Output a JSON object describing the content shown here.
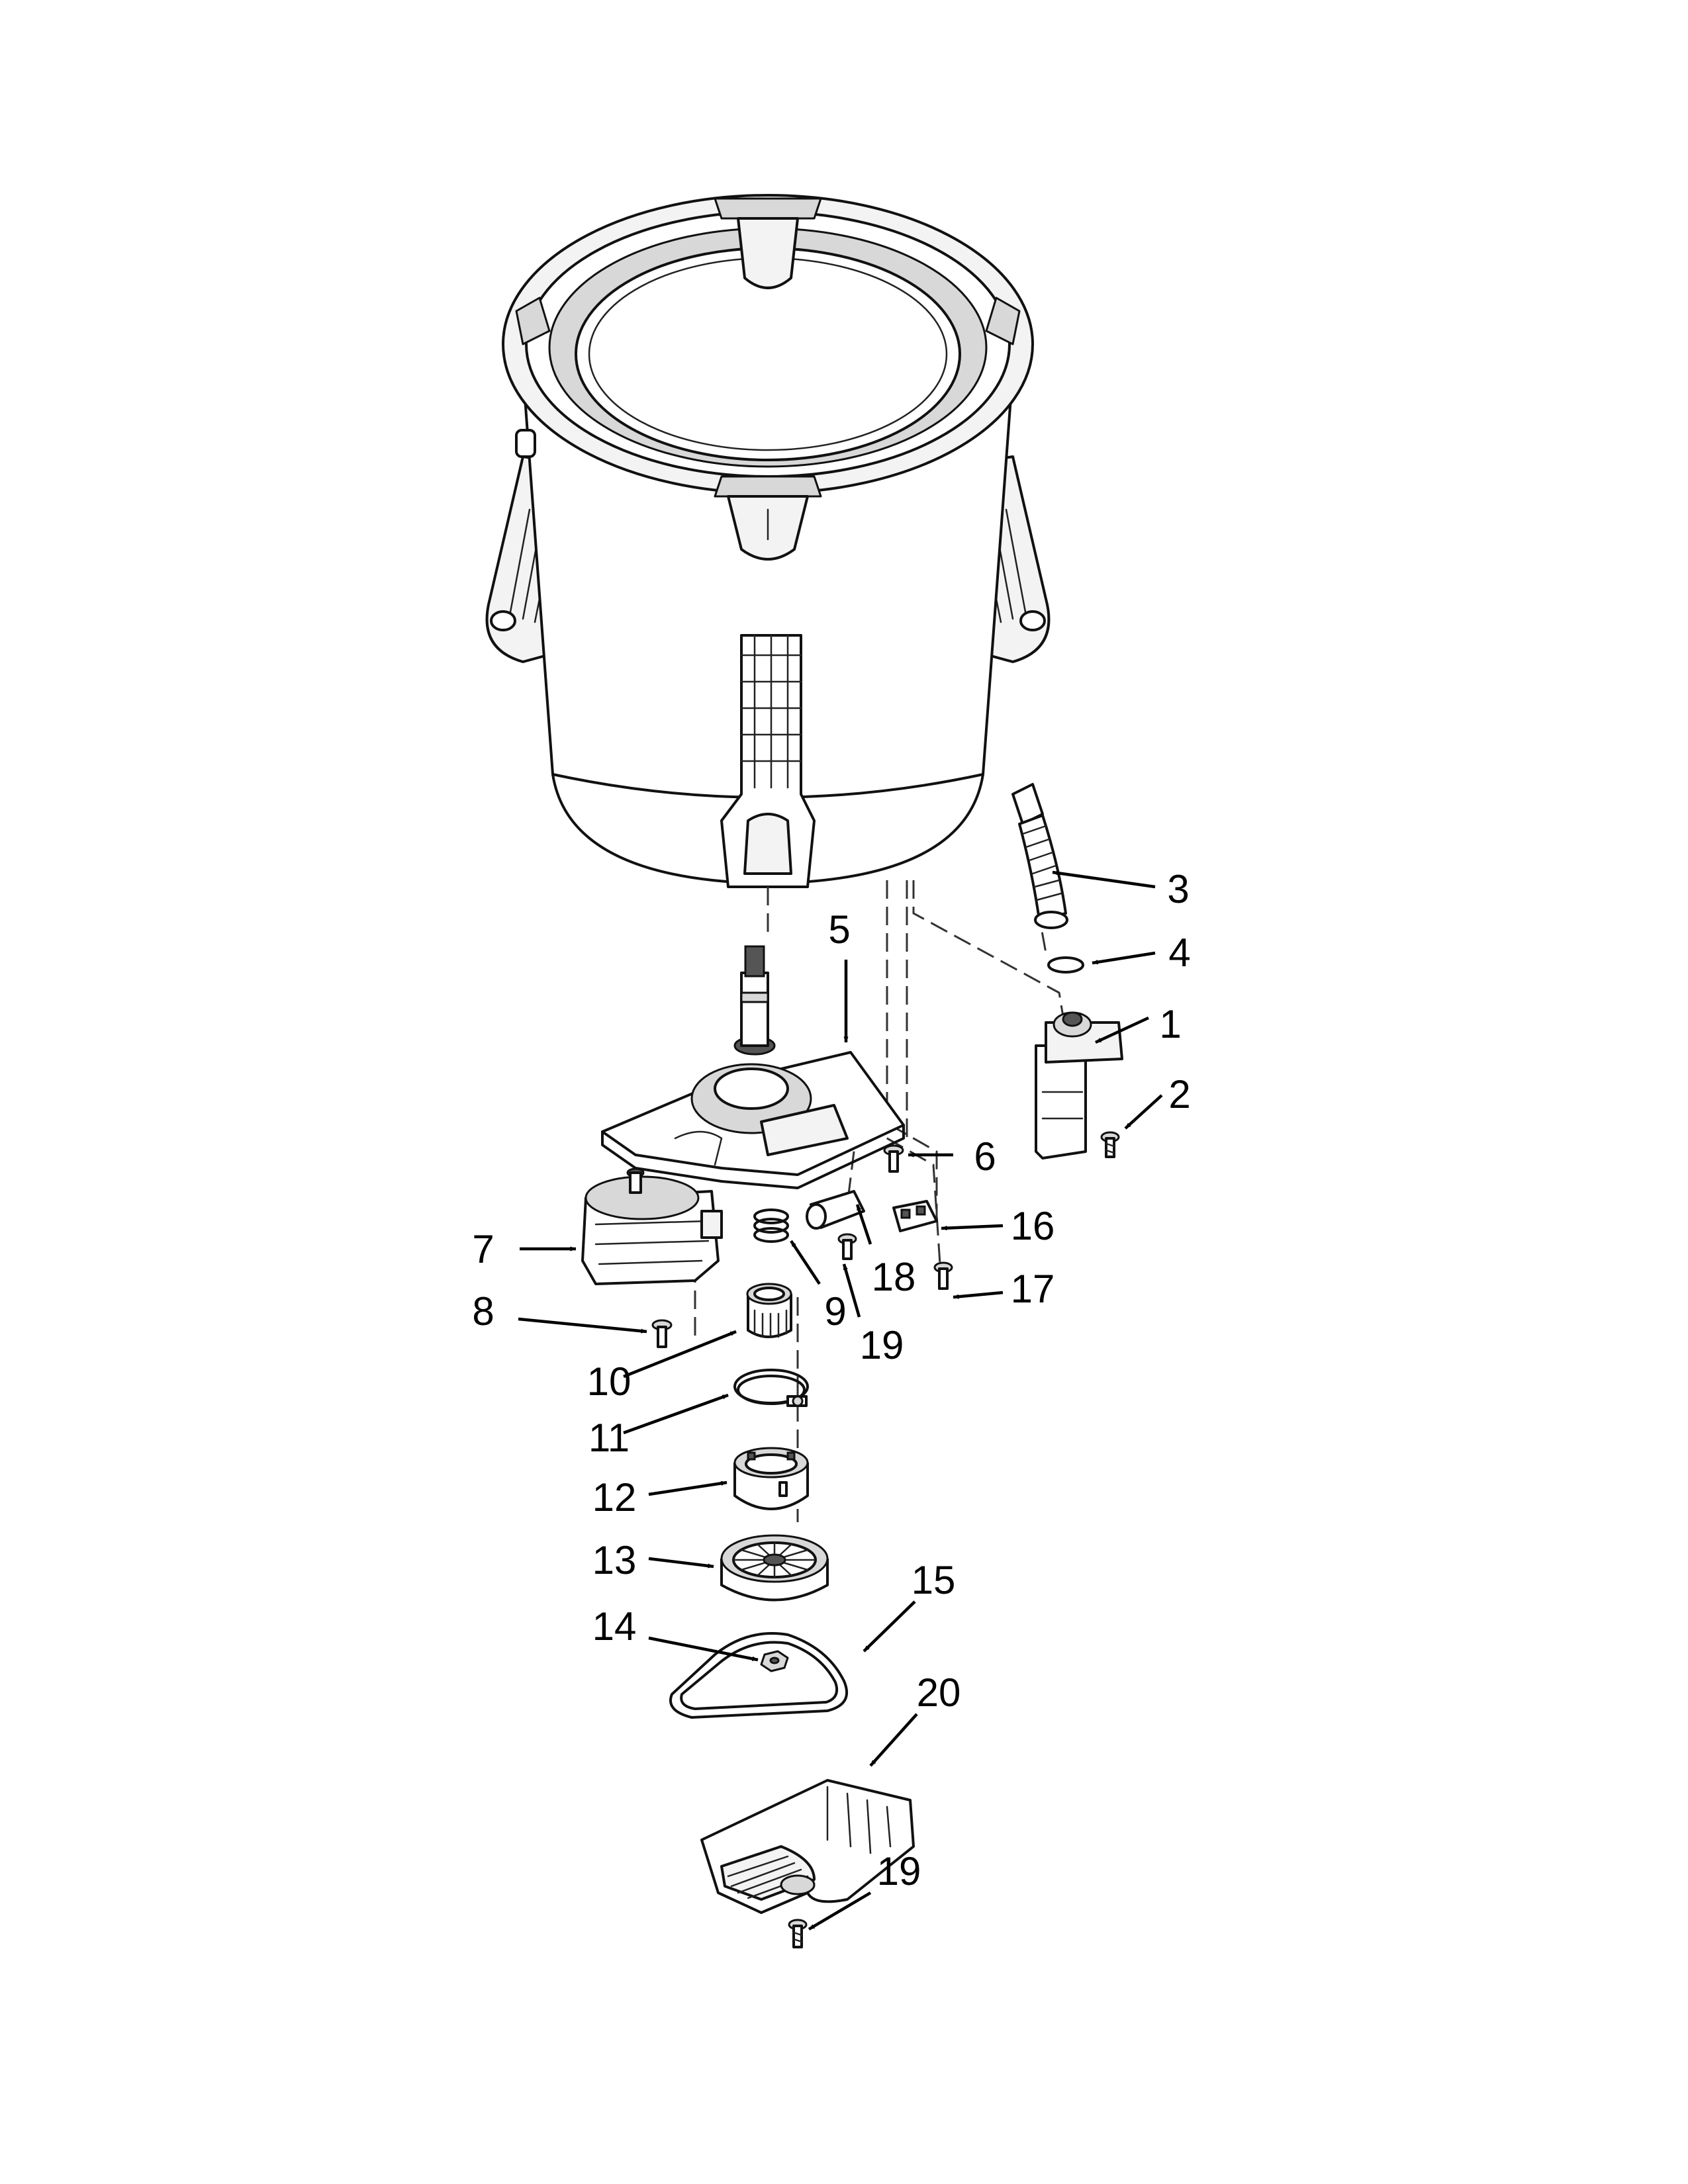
{
  "callouts": [
    "1",
    "2",
    "3",
    "4",
    "5",
    "6",
    "7",
    "8",
    "9",
    "10",
    "11",
    "12",
    "13",
    "14",
    "15",
    "16",
    "17",
    "18",
    "19",
    "19",
    "20"
  ]
}
